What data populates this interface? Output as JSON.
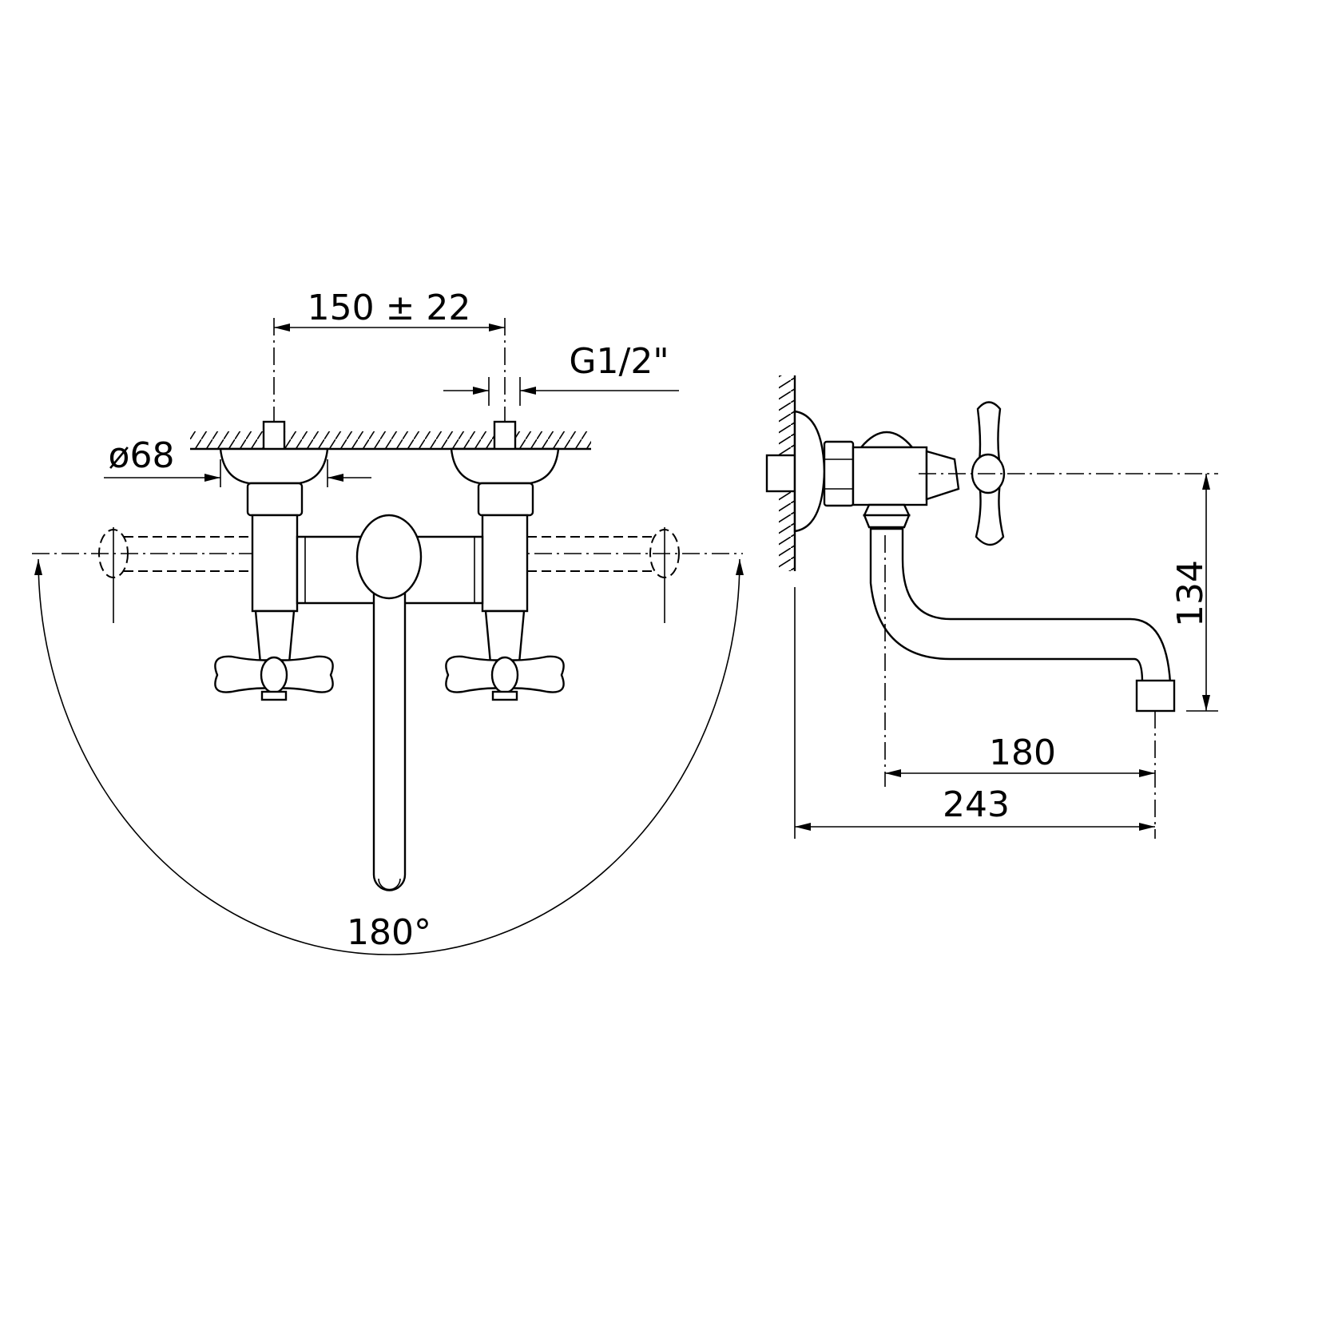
{
  "front_view": {
    "dim_centers": "150 ± 22",
    "dim_thread": "G1/2\"",
    "dim_escutcheon": "ø68",
    "dim_swivel": "180°"
  },
  "side_view": {
    "dim_height": "134",
    "dim_spout_reach": "180",
    "dim_overall": "243"
  }
}
